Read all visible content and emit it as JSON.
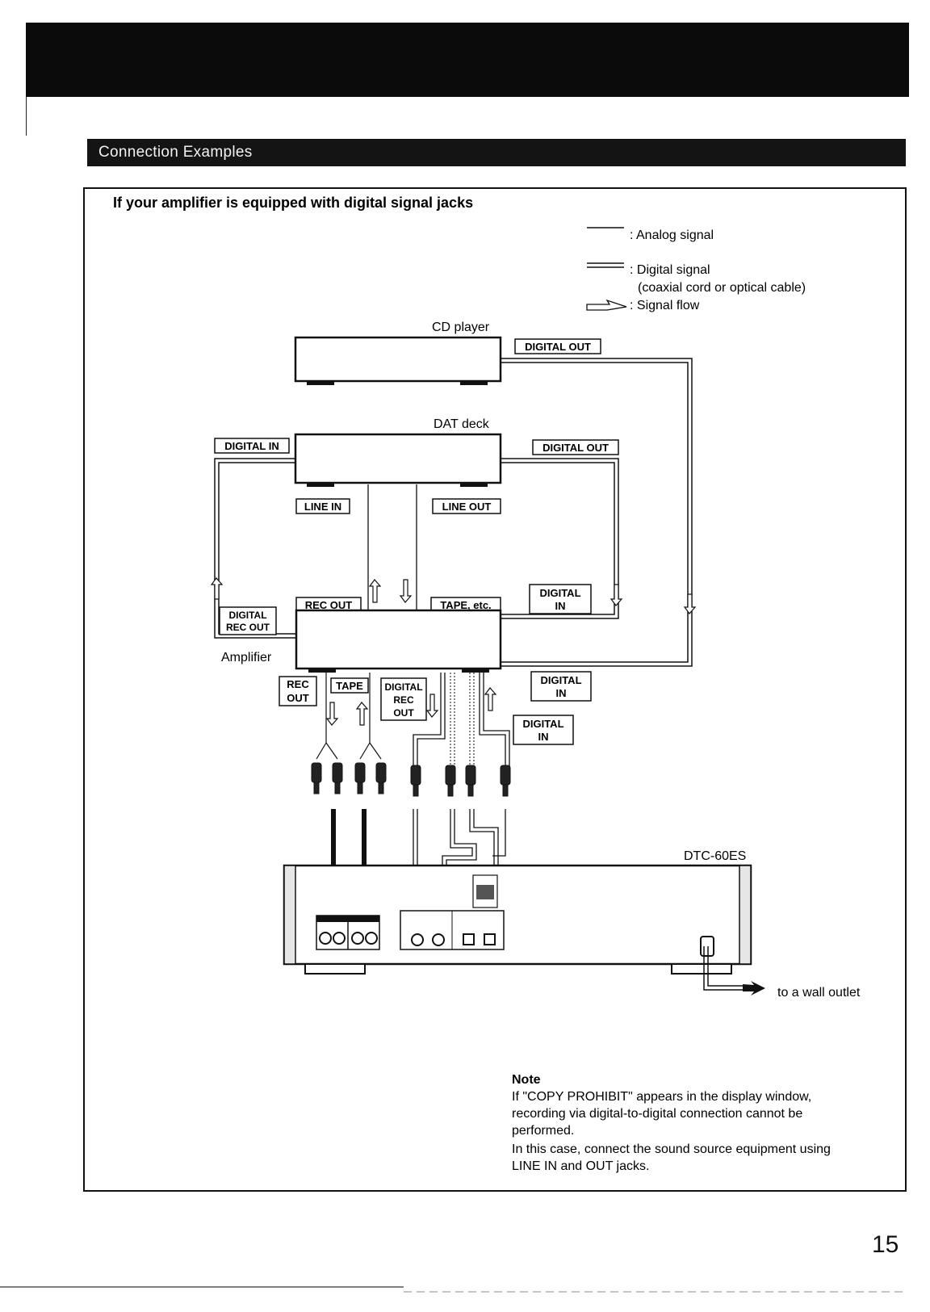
{
  "section": {
    "title": "Connection Examples"
  },
  "diagram": {
    "heading": "If your amplifier is equipped with digital signal jacks",
    "legend": {
      "analog": ": Analog signal",
      "digital": ": Digital signal",
      "digital_note": "(coaxial cord or optical cable)",
      "flow": ": Signal flow"
    },
    "devices": {
      "cd_player": "CD player",
      "dat_deck": "DAT deck",
      "amplifier": "Amplifier",
      "dtc": "DTC-60ES"
    },
    "labels": {
      "digital_out": "DIGITAL OUT",
      "digital_in": "DIGITAL IN",
      "line_in": "LINE IN",
      "line_out": "LINE OUT",
      "rec_out": "REC OUT",
      "tape_etc": "TAPE, etc.",
      "digital": "DIGITAL",
      "in": "IN",
      "rec_out_1": "REC",
      "rec_out_2": "OUT",
      "tape": "TAPE",
      "digital_rec_out_rec": "REC",
      "digital_rec_out_out": "OUT",
      "digital_rec_out_line2": "REC OUT"
    },
    "wall_outlet": "to a wall outlet"
  },
  "note": {
    "title": "Note",
    "lines": [
      "If \"COPY PROHIBIT\" appears in the display window,",
      "recording via digital-to-digital connection cannot be",
      "performed.",
      "In this case, connect the sound source equipment using",
      "LINE IN  and OUT jacks."
    ]
  },
  "page": {
    "number": "15"
  }
}
